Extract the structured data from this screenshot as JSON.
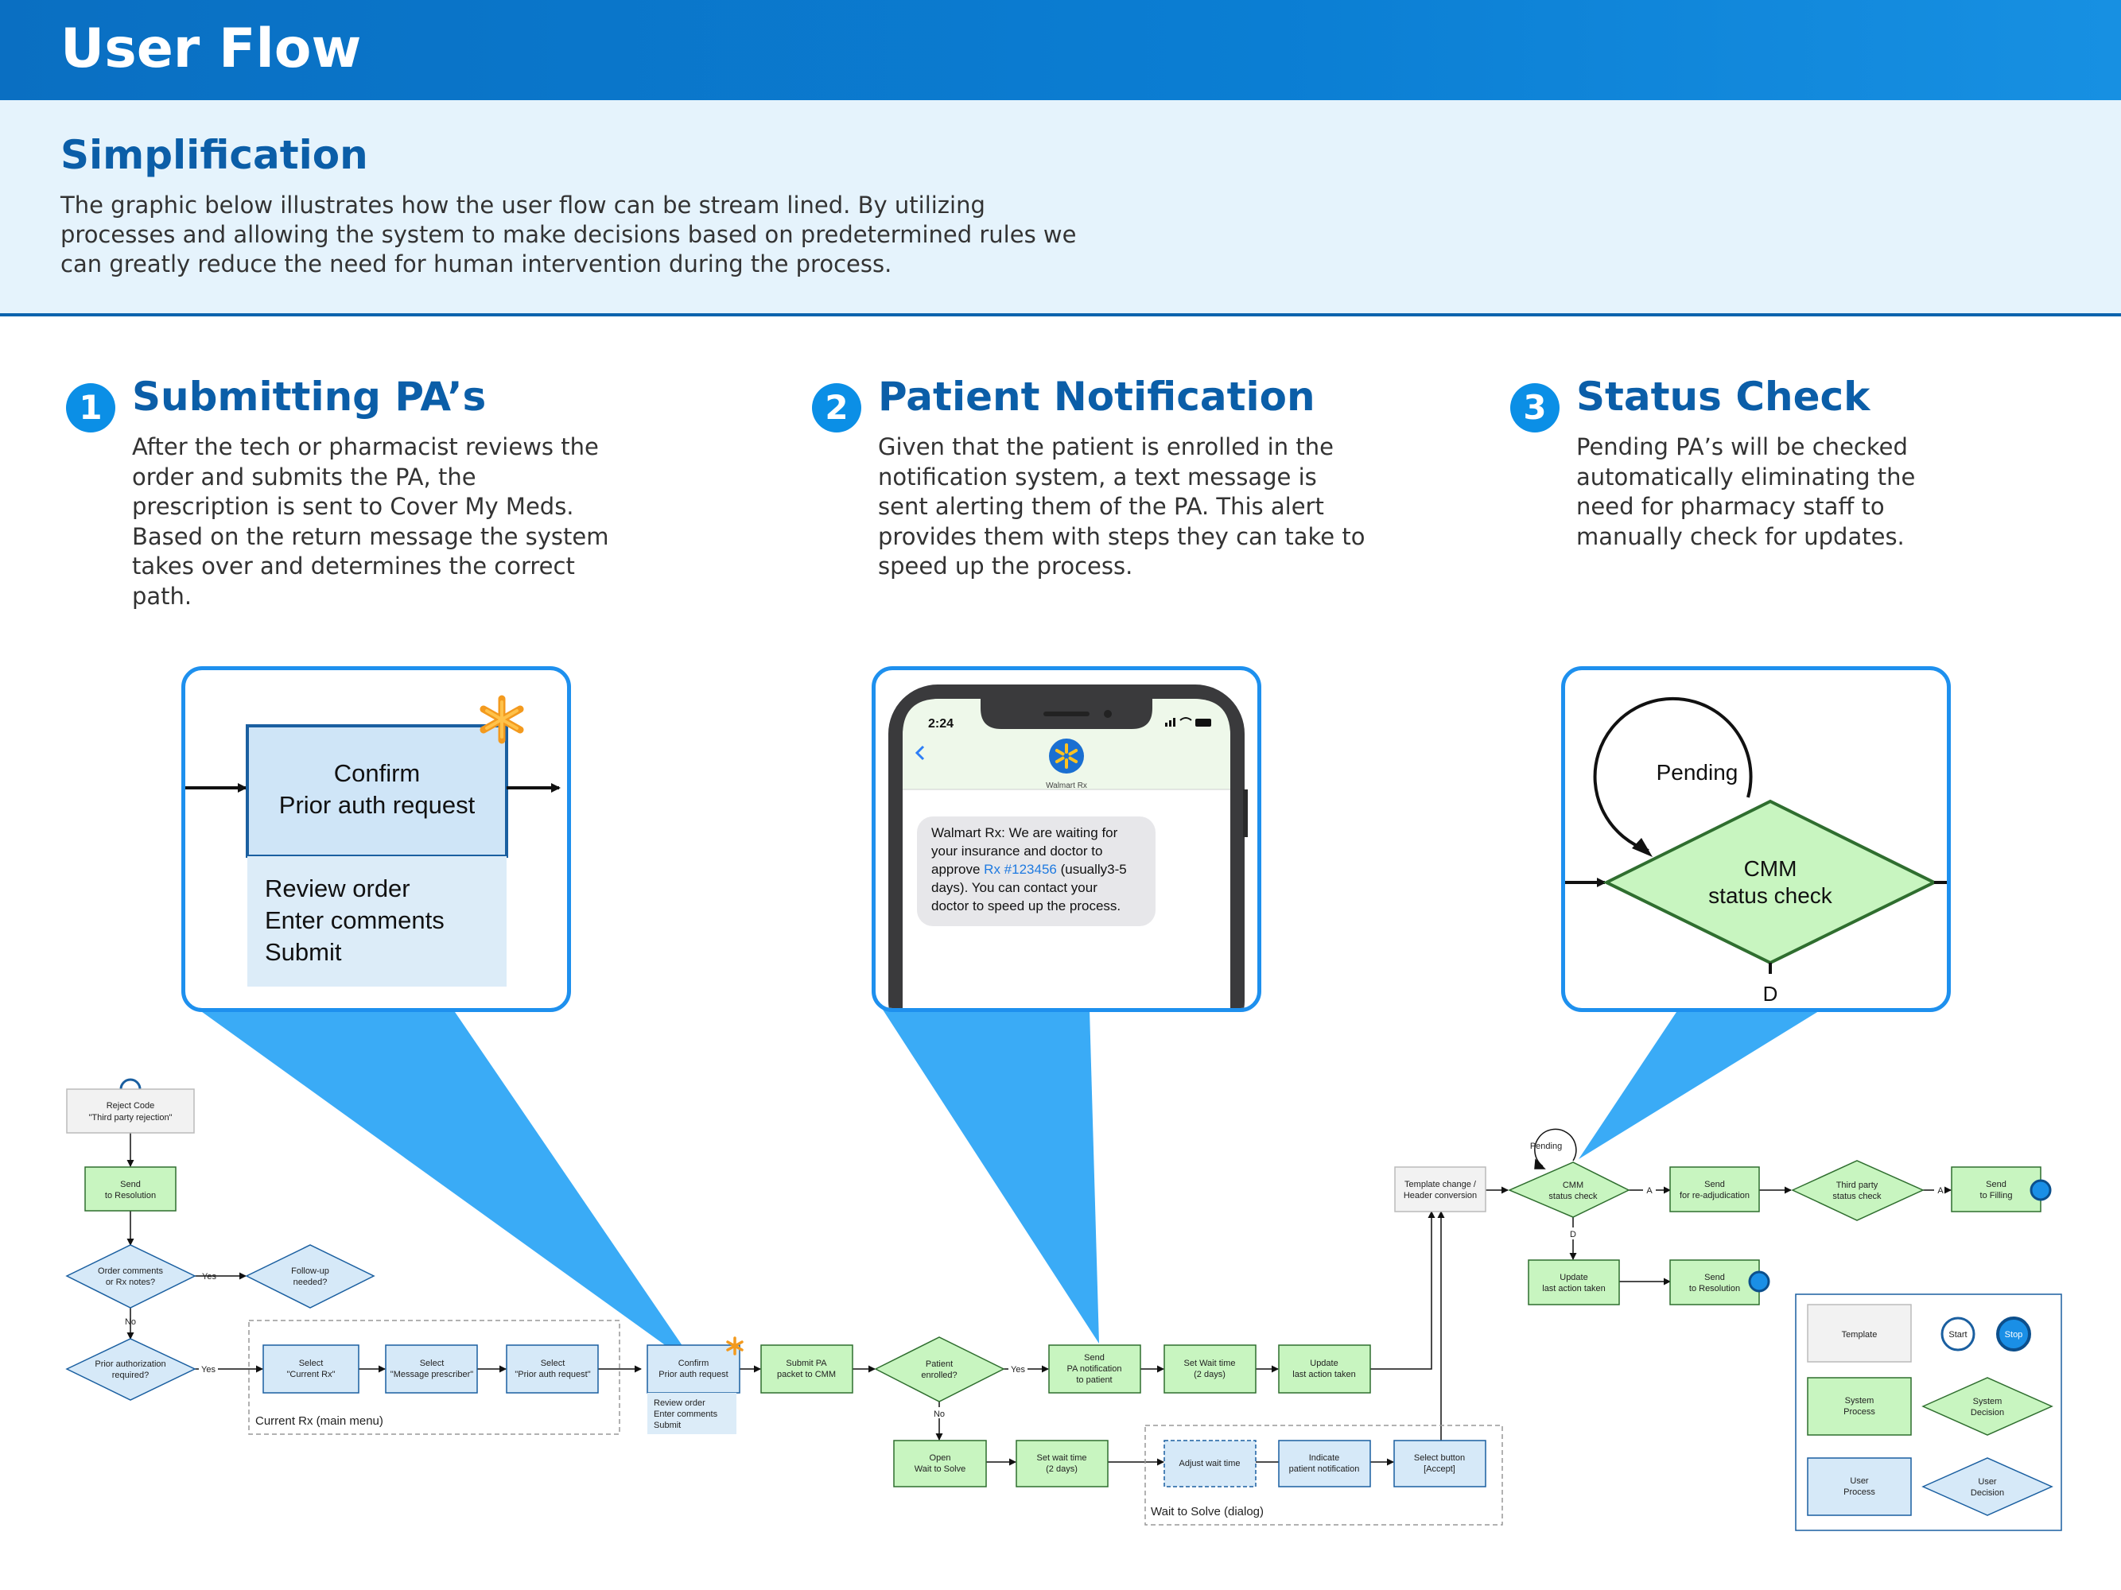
{
  "header": {
    "title": "User Flow"
  },
  "intro": {
    "heading": "Simplification",
    "text": "The graphic below illustrates how the user flow can be stream lined. By utilizing processes and allowing the system to make decisions based on predetermined rules we can greatly reduce the need for human intervention during the process."
  },
  "steps": [
    {
      "num": "1",
      "title": "Submitting PA’s",
      "text": "After the tech or pharmacist reviews the order and submits the PA, the prescription is sent to Cover My Meds. Based on the return message the system takes over and determines the correct path."
    },
    {
      "num": "2",
      "title": "Patient Notification",
      "text": "Given that the patient is enrolled in the notification system, a text message is sent alerting them of the PA. This alert provides them with steps they can take to speed up the process."
    },
    {
      "num": "3",
      "title": "Status Check",
      "text": "Pending PA’s will be checked automatically eliminating the need for pharmacy staff to manually check for updates."
    }
  ],
  "zoom1": {
    "line1": "Confirm",
    "line2": "Prior auth request",
    "sub1": "Review order",
    "sub2": "Enter comments",
    "sub3": "Submit"
  },
  "zoom2": {
    "time": "2:24",
    "sender": "Walmart Rx",
    "msg1": "Walmart Rx: We are waiting for",
    "msg2": "your insurance and doctor to",
    "msg3a": "approve ",
    "msg3link": "Rx #123456",
    "msg3b": " (usually3-5",
    "msg4": "days). You can contact your",
    "msg5": "doctor to speed up the process."
  },
  "zoom3": {
    "loop": "Pending",
    "line1": "CMM",
    "line2": "status check",
    "down": "D"
  },
  "flow": {
    "reject_line1": "Reject Code",
    "reject_line2": "\"Third party rejection\"",
    "send_res_1": "Send",
    "send_res_2": "to Resolution",
    "order_c_1": "Order comments",
    "order_c_2": "or Rx notes?",
    "follow_1": "Follow-up",
    "follow_2": "needed?",
    "prior_1": "Prior authorization",
    "prior_2": "required?",
    "yes": "Yes",
    "no": "No",
    "sel1_1": "Select",
    "sel1_2": "\"Current Rx\"",
    "sel2_1": "Select",
    "sel2_2": "\"Message prescriber\"",
    "sel3_1": "Select",
    "sel3_2": "\"Prior auth request\"",
    "group1_label": "Current Rx (main menu)",
    "confirm_1": "Confirm",
    "confirm_2": "Prior auth request",
    "confirm_sub1": "Review order",
    "confirm_sub2": "Enter comments",
    "confirm_sub3": "Submit",
    "submit_pa_1": "Submit PA",
    "submit_pa_2": "packet to CMM",
    "enrolled_1": "Patient",
    "enrolled_2": "enrolled?",
    "sendpa_1": "Send",
    "sendpa_2": "PA notification",
    "sendpa_3": "to patient",
    "setwait1_1": "Set Wait time",
    "setwait1_2": "(2 days)",
    "update1_1": "Update",
    "update1_2": "last action taken",
    "open_1": "Open",
    "open_2": "Wait to Solve",
    "setwait2_1": "Set wait time",
    "setwait2_2": "(2 days)",
    "adjust": "Adjust wait time",
    "indicate_1": "Indicate",
    "indicate_2": "patient notification",
    "selbtn_1": "Select button",
    "selbtn_2": "[Accept]",
    "group2_label": "Wait to Solve (dialog)",
    "template_1": "Template change /",
    "template_2": "Header conversion",
    "pending": "Pending",
    "cmm_1": "CMM",
    "cmm_2": "status check",
    "a": "A",
    "d": "D",
    "readj_1": "Send",
    "readj_2": "for re-adjudication",
    "third_1": "Third party",
    "third_2": "status check",
    "fill_1": "Send",
    "fill_2": "to Filling",
    "update2_1": "Update",
    "update2_2": "last action taken",
    "sendres2_1": "Send",
    "sendres2_2": "to Resolution"
  },
  "legend": {
    "template": "Template",
    "start": "Start",
    "stop": "Stop",
    "sysproc_1": "System",
    "sysproc_2": "Process",
    "sysdec_1": "System",
    "sysdec_2": "Decision",
    "userproc_1": "User",
    "userproc_2": "Process",
    "userdec_1": "User",
    "userdec_2": "Decision"
  },
  "colors": {
    "system_process": "#c8f5c0",
    "user_process": "#d6e9f8",
    "template": "#f2f2f2",
    "accent": "#1e90ee",
    "heading": "#0b5ea8"
  }
}
